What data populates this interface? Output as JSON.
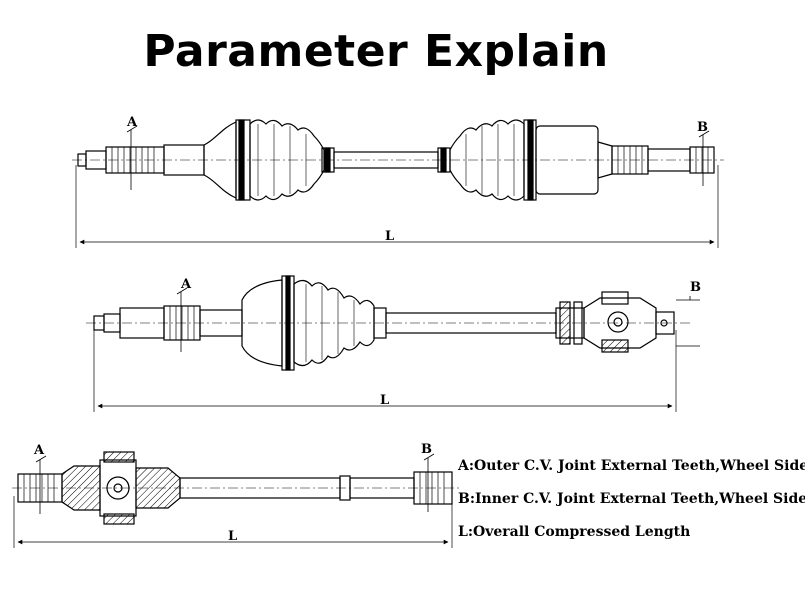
{
  "title": "Parameter Explain",
  "markers": {
    "a": "A",
    "b": "B",
    "l": "L"
  },
  "legend": [
    "A:Outer C.V. Joint External Teeth,Wheel Side",
    "B:Inner C.V. Joint External Teeth,Wheel Side",
    "L:Overall Compressed Length"
  ]
}
